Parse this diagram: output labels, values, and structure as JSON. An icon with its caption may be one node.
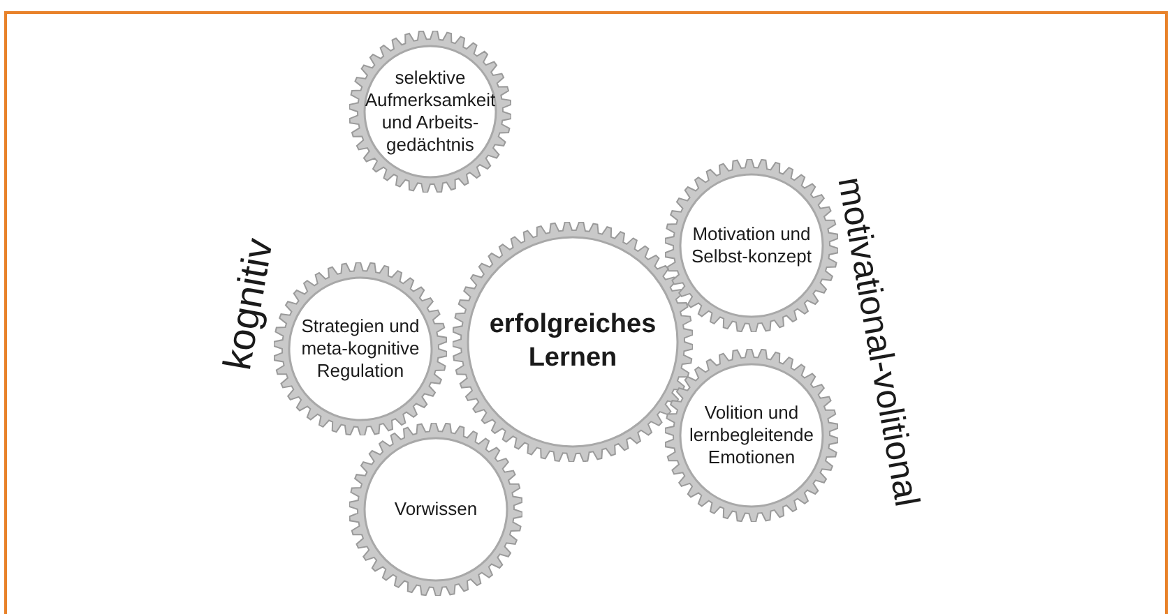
{
  "diagram": {
    "nodes": [
      {
        "text": [
          "selektive Aufmerksamkeit und Arbeits-gedächtnis"
        ]
      },
      {
        "text": [
          "Strategien und meta-kognitive Regulation"
        ]
      },
      {
        "text": [
          "erfolgreiches Lernen"
        ]
      },
      {
        "text": [
          "Motivation und Selbst-konzept"
        ]
      },
      {
        "text": [
          "Volition und lernbegleitende Emotionen"
        ]
      },
      {
        "text": [
          "Vorwissen"
        ]
      }
    ],
    "labels": [
      "kognitiv",
      "motivational-volitional"
    ]
  }
}
